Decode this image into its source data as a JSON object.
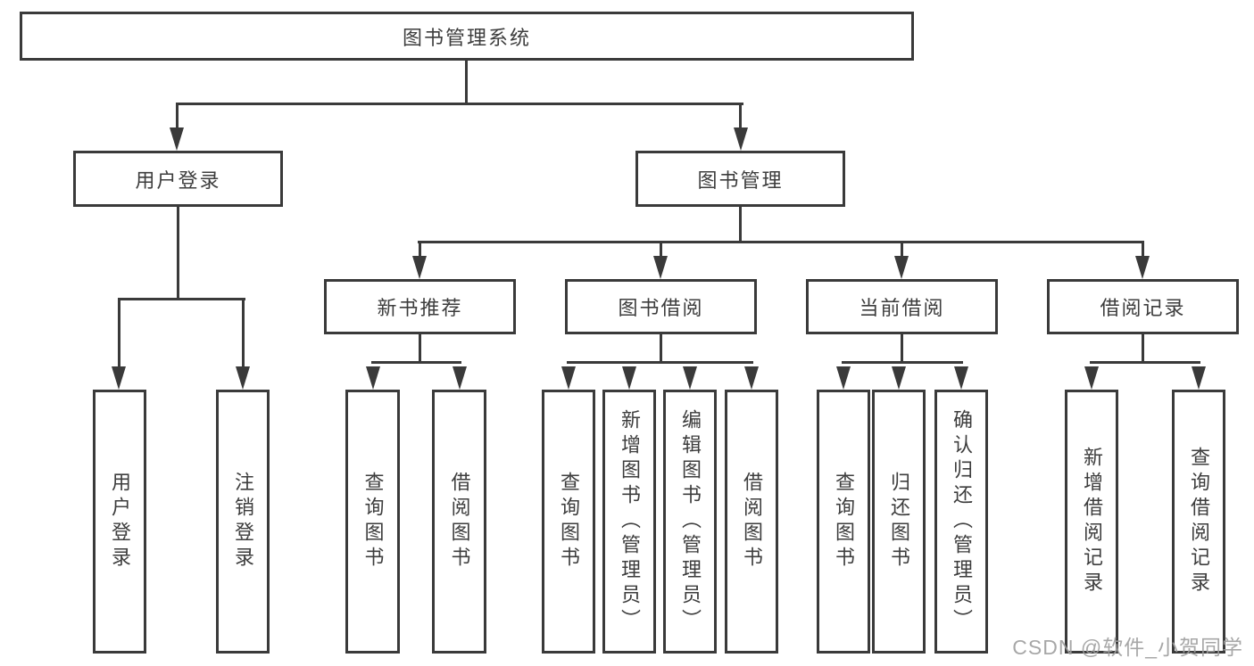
{
  "diagram": {
    "root": {
      "label": "图书管理系统"
    },
    "level2": [
      {
        "label": "用户登录"
      },
      {
        "label": "图书管理"
      }
    ],
    "level3": [
      {
        "label": "新书推荐"
      },
      {
        "label": "图书借阅"
      },
      {
        "label": "当前借阅"
      },
      {
        "label": "借阅记录"
      }
    ],
    "leaves": {
      "user_login": [
        "用户登录",
        "注销登录"
      ],
      "new_book_recommend": [
        "查询图书",
        "借阅图书"
      ],
      "book_borrow": [
        "查询图书",
        "新增图书（管理员）",
        "编辑图书（管理员）",
        "借阅图书"
      ],
      "current_borrow": [
        "查询图书",
        "归还图书",
        "确认归还（管理员）"
      ],
      "borrow_records": [
        "新增借阅记录",
        "查询借阅记录"
      ]
    },
    "colors": {
      "line": "#3a3a3a",
      "text": "#3d3d3d",
      "background": "#ffffff",
      "watermark": "#9e9e9e"
    }
  },
  "watermark": {
    "text": "CSDN @软件_小贺同学"
  }
}
